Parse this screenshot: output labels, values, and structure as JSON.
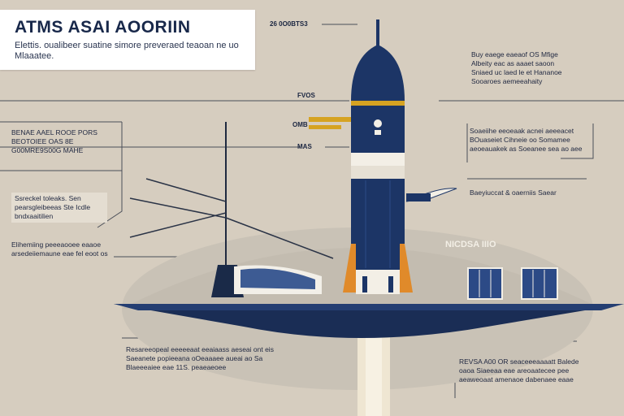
{
  "header": {
    "title": "ATMS ASAI AOORIIN",
    "subtitle": "Elettis. oualibeer suatine simore preveraed teaoan ne uo Mlaaatee."
  },
  "labels": {
    "top_center": "26 0O0BTS3",
    "rocket_tag_1": "FVOS",
    "rocket_tag_2": "OMB",
    "rocket_tag_3": "MAS",
    "left_1": "BENAE AAEL ROOE PORS BEOTOIEE OAS 8E G00MRE9S00G MAHE",
    "left_2": "Ssreckel toleaks. Sen pearsgleibeeas Ste Icdle bndxaaitilien",
    "left_3": "Elihemiing peeeaooee eaaoe arsedeiiemaune eae fel eoot os",
    "right_1": "Buy eaege eaeaof OS Mfige Albeity eac as aaaet saoon Sniaed uc laed le et Hananoe Sooaroes aemeeahaity",
    "right_2": "Soaeiihe eeoeaak acnei aeeeacet BOuaseiet Cihneie oo Somamee aeoeauakek as Soeanee sea ao aee",
    "right_3": "Baeyiuccat & oaerniis Saear",
    "station": "NICDSA IIIO",
    "bottom_left": "Resareeopeal eeeeeaat eeaiaass aeseai ont eis Saeanete popieeana oOeaaaee aueai ao Sa Blaeeeaiee eae 11S. peaeaeoee",
    "bottom_right": "REVSA A00 OR seaceeeaaaatt Balede oaoa Siaeeaa eae areoaatecee pee aeaweoaat amenaoe dabenaee eaae"
  },
  "colors": {
    "background": "#d6cdbf",
    "navy": "#1c3566",
    "navy_dark": "#13264a",
    "orange": "#e08a2a",
    "gold": "#d6a322",
    "white": "#f3efe6",
    "panel": "#2c4a86"
  }
}
